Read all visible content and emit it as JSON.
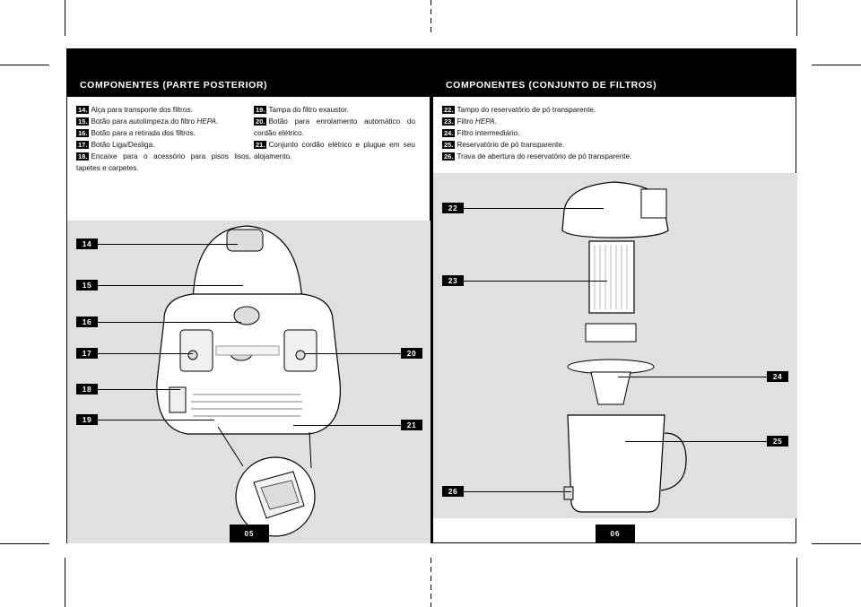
{
  "left": {
    "header": "COMPONENTES (PARTE POSTERIOR)",
    "col1": [
      {
        "num": "14.",
        "text": "Alça para transporte dos filtros."
      },
      {
        "num": "15.",
        "text": "Botão para autolimpeza do filtro ",
        "em": "HEPA",
        "after": "."
      },
      {
        "num": "16.",
        "text": "Botão para a retirada dos filtros."
      },
      {
        "num": "17.",
        "text": "Botão Liga/Desliga."
      },
      {
        "num": "18.",
        "text": "Encaixe para o acessório para pisos lisos, tapetes e carpetes."
      }
    ],
    "col2": [
      {
        "num": "19.",
        "text": "Tampa do filtro exaustor."
      },
      {
        "num": "20.",
        "text": "Botão para enrolamento automático do cordão elétrico."
      },
      {
        "num": "21.",
        "text": "Conjunto cordão elétrico e plugue em seu alojamento."
      }
    ],
    "callouts": [
      "14",
      "15",
      "16",
      "17",
      "18",
      "19",
      "20",
      "21"
    ],
    "page_number": "05"
  },
  "right": {
    "header": "COMPONENTES (CONJUNTO DE FILTROS)",
    "items": [
      {
        "num": "22.",
        "text": "Tampo do reservatório de pó transparente."
      },
      {
        "num": "23.",
        "text": "Filtro ",
        "em": "HEPA",
        "after": "."
      },
      {
        "num": "24.",
        "text": "Filtro intermediário."
      },
      {
        "num": "25.",
        "text": "Reservatório de pó transparente."
      },
      {
        "num": "26.",
        "text": "Trava de abertura do reservatório de pó transparente."
      }
    ],
    "callouts": [
      "22",
      "23",
      "24",
      "25",
      "26"
    ],
    "page_number": "06"
  }
}
